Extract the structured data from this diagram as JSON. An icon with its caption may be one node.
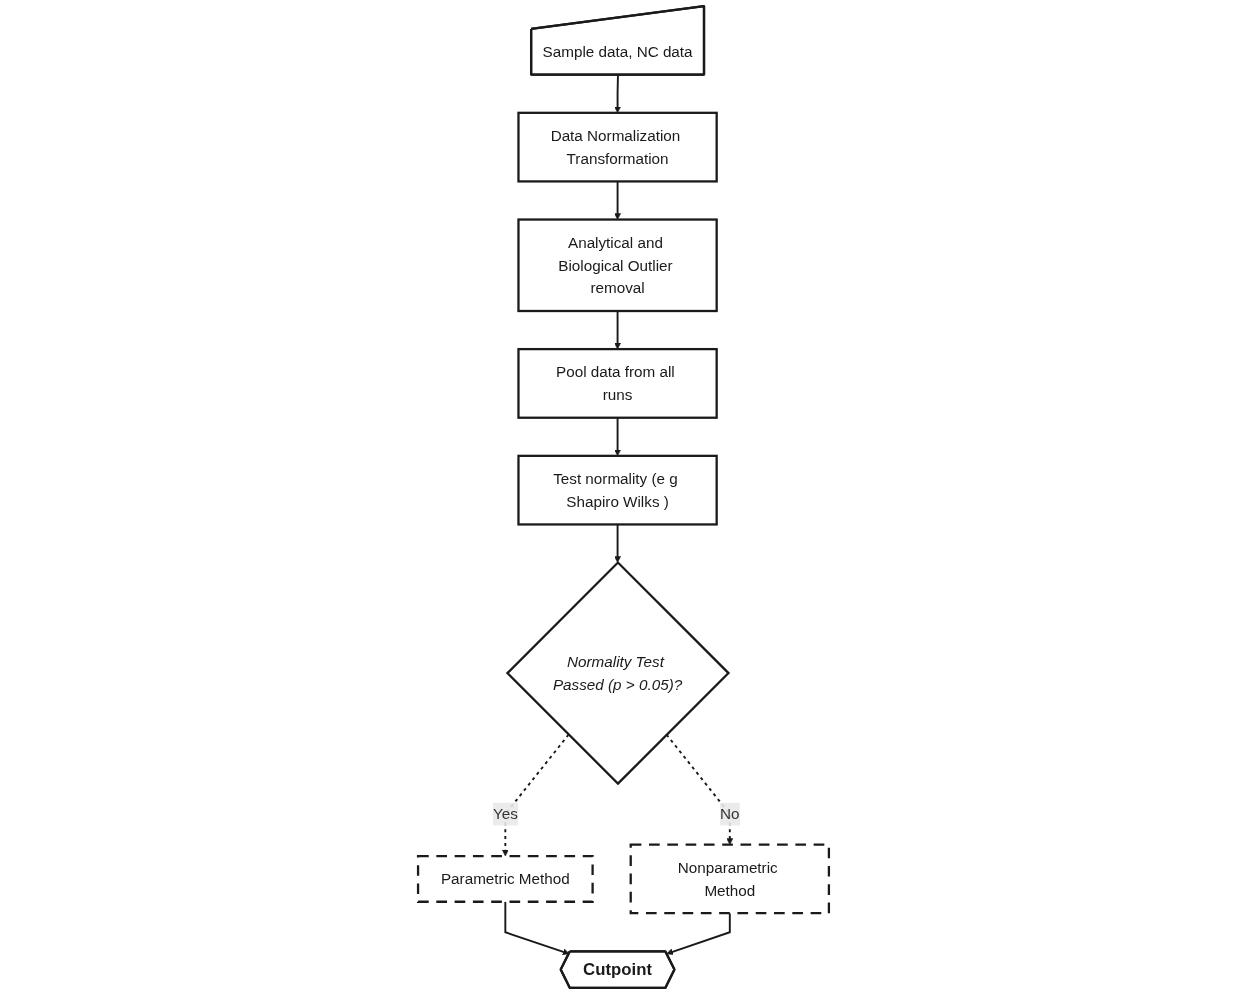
{
  "diagram": {
    "nodes": [
      {
        "text": [
          "Sample data, NC data"
        ]
      },
      {
        "text": [
          "Data Normalization Transformation"
        ]
      },
      {
        "text": [
          "Analytical and Biological Outlier removal"
        ]
      },
      {
        "text": [
          "Pool data from all runs"
        ]
      },
      {
        "text": [
          "Test normality (e g Shapiro Wilks )"
        ]
      },
      {
        "text": [
          "Normality Test Passed (p > 0.05)?"
        ]
      },
      {
        "text": [
          "Parametric Method"
        ]
      },
      {
        "text": [
          "Nonparametric Method"
        ]
      },
      {
        "text": [
          "Cutpoint"
        ]
      }
    ],
    "edges": [
      {
        "from": 0,
        "to": 1,
        "arrow": "to"
      },
      {
        "from": 1,
        "to": 2,
        "arrow": "to"
      },
      {
        "from": 2,
        "to": 3,
        "arrow": "to"
      },
      {
        "from": 3,
        "to": 4,
        "arrow": "to"
      },
      {
        "from": 4,
        "to": 5,
        "arrow": "to"
      },
      {
        "from": 5,
        "to": 6,
        "label": "Yes",
        "arrow": "to",
        "style": "dashed"
      },
      {
        "from": 5,
        "to": 7,
        "label": "No",
        "arrow": "to",
        "style": "dashed"
      },
      {
        "from": 6,
        "to": 8,
        "arrow": "to"
      },
      {
        "from": 7,
        "to": 8,
        "arrow": "to"
      }
    ]
  }
}
